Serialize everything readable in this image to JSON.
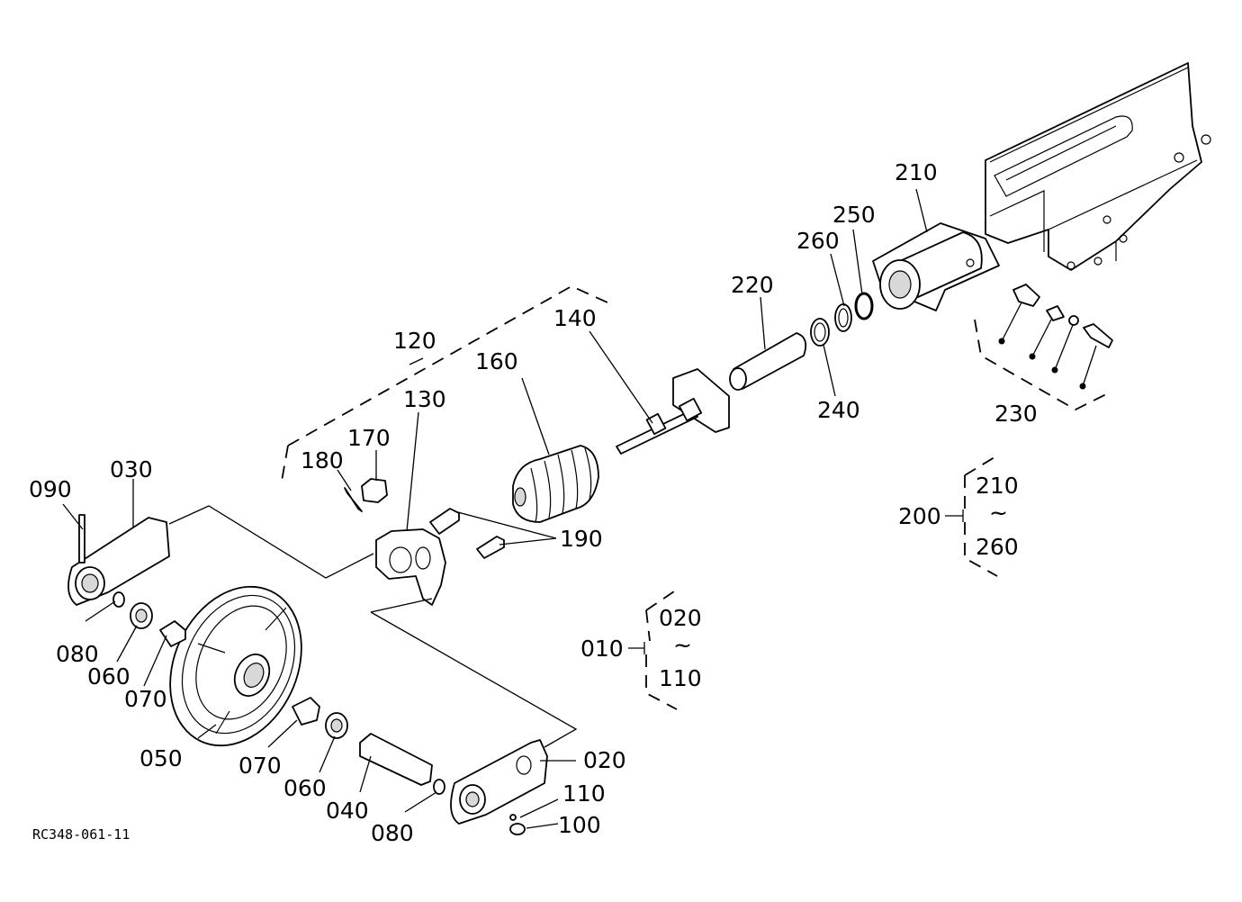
{
  "drawing_code": "RC348-061-11",
  "labels": {
    "p010": "010",
    "p020": "020",
    "p030": "030",
    "p040": "040",
    "p050": "050",
    "p060a": "060",
    "p060b": "060",
    "p070a": "070",
    "p070b": "070",
    "p080a": "080",
    "p080b": "080",
    "p090": "090",
    "p100": "100",
    "p110": "110",
    "p120": "120",
    "p130": "130",
    "p140": "140",
    "p160": "160",
    "p170": "170",
    "p180": "180",
    "p190": "190",
    "p200": "200",
    "p210": "210",
    "p220": "220",
    "p230": "230",
    "p240": "240",
    "p250": "250",
    "p260": "260"
  },
  "groups": {
    "g010": {
      "top": "020",
      "tilde": "~",
      "bottom": "110"
    },
    "g200": {
      "top": "210",
      "tilde": "~",
      "bottom": "260"
    }
  }
}
